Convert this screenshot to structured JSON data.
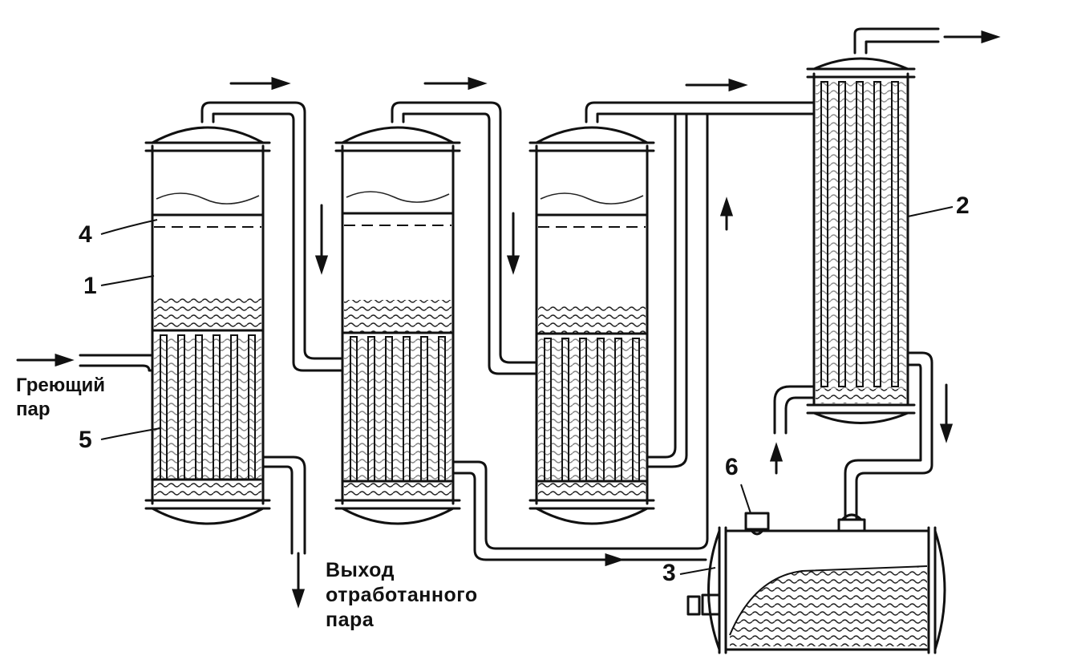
{
  "labels": {
    "n1": "1",
    "n2": "2",
    "n3": "3",
    "n4": "4",
    "n5": "5",
    "n6": "6",
    "steam_in_line1": "Греющий",
    "steam_in_line2": "пар",
    "exit_line1": "Выход",
    "exit_line2": "отработанного",
    "exit_line3": "пара"
  },
  "colors": {
    "ink": "#111111",
    "paper": "#ffffff"
  },
  "icons": [
    "flow-arrow-icon"
  ]
}
